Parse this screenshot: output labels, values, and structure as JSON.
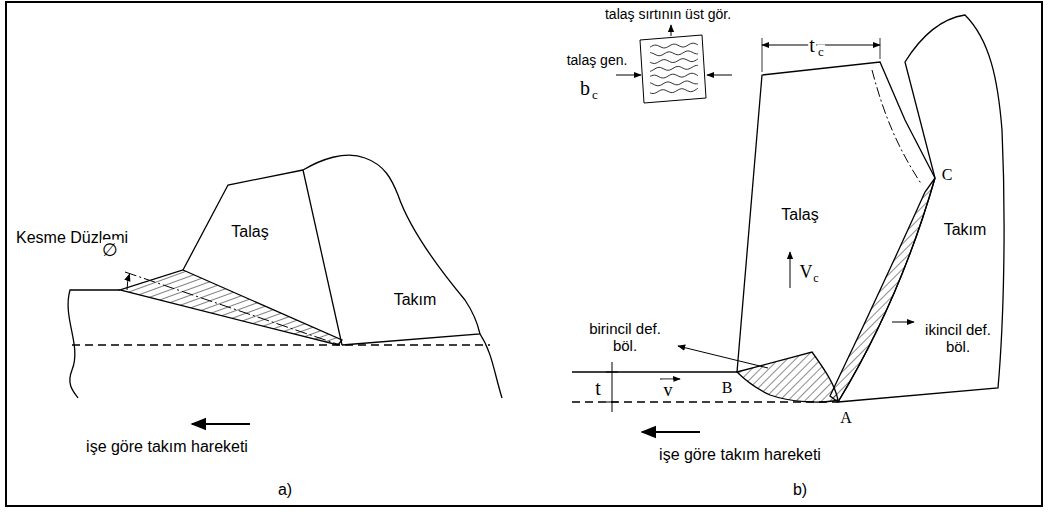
{
  "diagram": {
    "labels": [
      "Kesme Düzlemi",
      "∅",
      "Talaş",
      "Takım",
      "işe göre takım hareketi",
      "a)",
      "talaş sırtının üst gör.",
      "talaş gen.",
      "b",
      "c",
      "t",
      "c",
      "birincil def. böl.",
      "B",
      "t",
      "v",
      "Talaş",
      "V",
      "c",
      "C",
      "Takım",
      "ikincil def. böl.",
      "A",
      "işe göre takım hareketi",
      "b)"
    ]
  }
}
